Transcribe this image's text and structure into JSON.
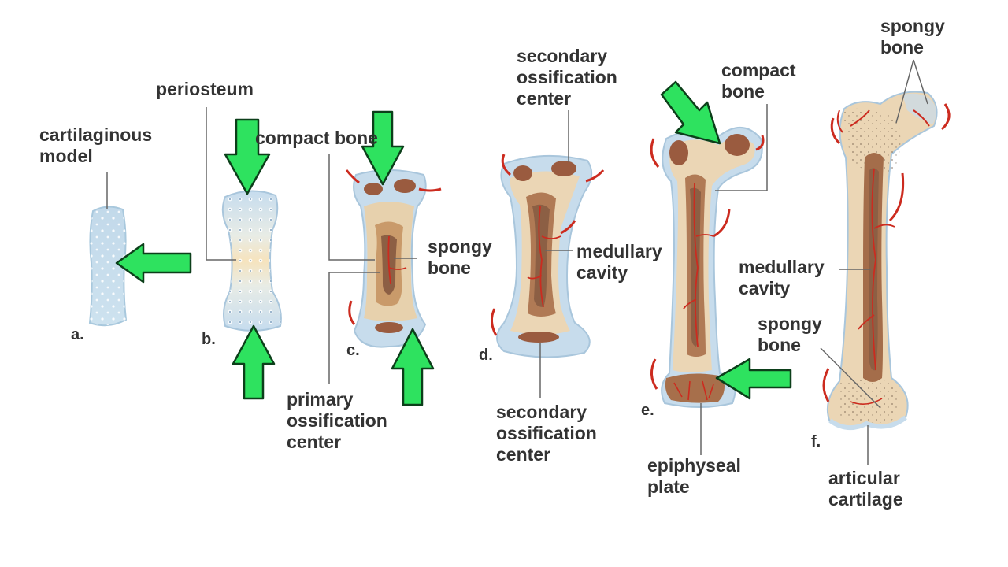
{
  "colors": {
    "cartilage": "#c6dcea",
    "cartilage_edge": "#9fc3da",
    "bone": "#ebd6b5",
    "marrow": "#b07a55",
    "vessel": "#cc2b1f",
    "arrow_fill": "#2ee25f",
    "arrow_stroke": "#0c3f1a",
    "label_text": "#333333",
    "leader_line": "#666666"
  },
  "stages": [
    {
      "letter": "a."
    },
    {
      "letter": "b."
    },
    {
      "letter": "c."
    },
    {
      "letter": "d."
    },
    {
      "letter": "e."
    },
    {
      "letter": "f."
    }
  ],
  "labels": {
    "cartilaginous_model": [
      "cartilaginous",
      "model"
    ],
    "periosteum": "periosteum",
    "compact_bone_c": "compact bone",
    "primary_ossification_center": [
      "primary",
      "ossification",
      "center"
    ],
    "spongy_bone_c": [
      "spongy",
      "bone"
    ],
    "secondary_ossification_top": [
      "secondary",
      "ossification",
      "center"
    ],
    "medullary_cavity_d": [
      "medullary",
      "cavity"
    ],
    "secondary_ossification_bottom": [
      "secondary",
      "ossification",
      "center"
    ],
    "compact_bone_e": [
      "compact",
      "bone"
    ],
    "epiphyseal_plate": [
      "epiphyseal",
      "plate"
    ],
    "spongy_bone_f_top": [
      "spongy",
      "bone"
    ],
    "medullary_cavity_f": [
      "medullary",
      "cavity"
    ],
    "spongy_bone_f_mid": [
      "spongy",
      "bone"
    ],
    "articular_cartilage": [
      "articular",
      "cartilage"
    ]
  },
  "arrows": [
    {
      "target": "stage-a",
      "direction": "left"
    },
    {
      "target": "stage-b",
      "direction": "down"
    },
    {
      "target": "stage-b",
      "direction": "up"
    },
    {
      "target": "stage-c",
      "direction": "down"
    },
    {
      "target": "stage-c",
      "direction": "up"
    },
    {
      "target": "stage-e",
      "direction": "down-right"
    },
    {
      "target": "stage-e",
      "direction": "left"
    }
  ]
}
